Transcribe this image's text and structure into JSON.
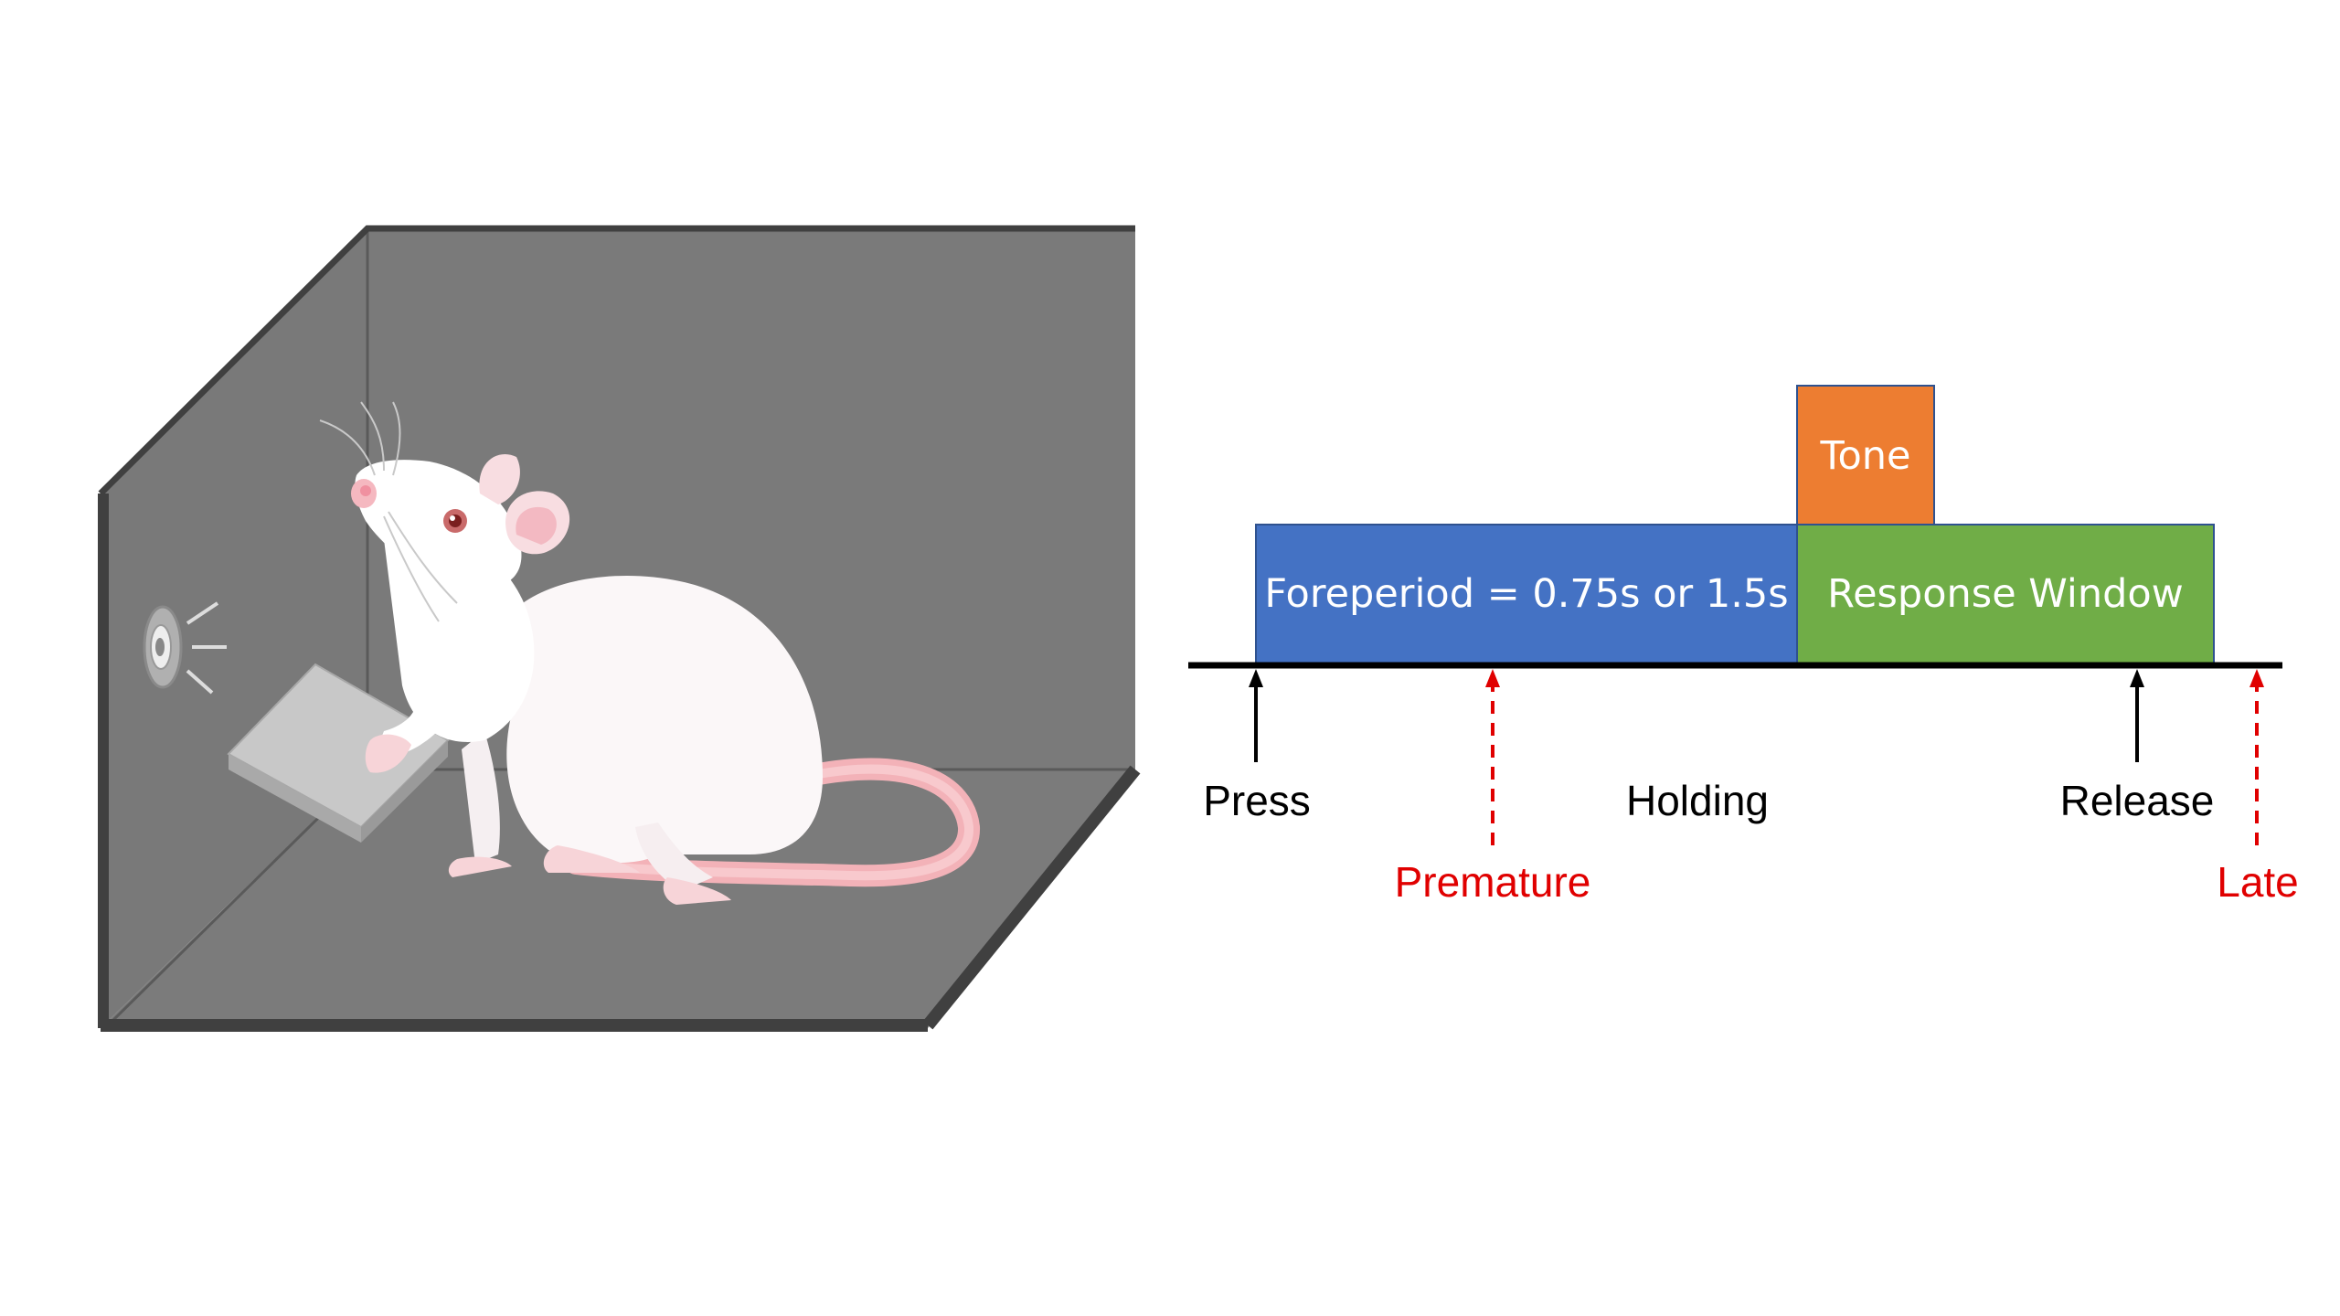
{
  "timeline": {
    "tone_label": "Tone",
    "foreperiod_label": "Foreperiod = 0.75s or 1.5s",
    "response_window_label": "Response Window",
    "events": {
      "press": "Press",
      "holding": "Holding",
      "release": "Release",
      "premature": "Premature",
      "late": "Late"
    }
  },
  "colors": {
    "foreperiod": "#4472C4",
    "response_window": "#70AD47",
    "tone": "#ED7D31",
    "chamber_wall": "#7A7A7A",
    "chamber_edge": "#404040",
    "error_red": "#E00000",
    "event_black": "#000000"
  },
  "illustration": {
    "subject": "rat-icon",
    "speaker": "speaker-icon",
    "lever": "lever-icon"
  }
}
